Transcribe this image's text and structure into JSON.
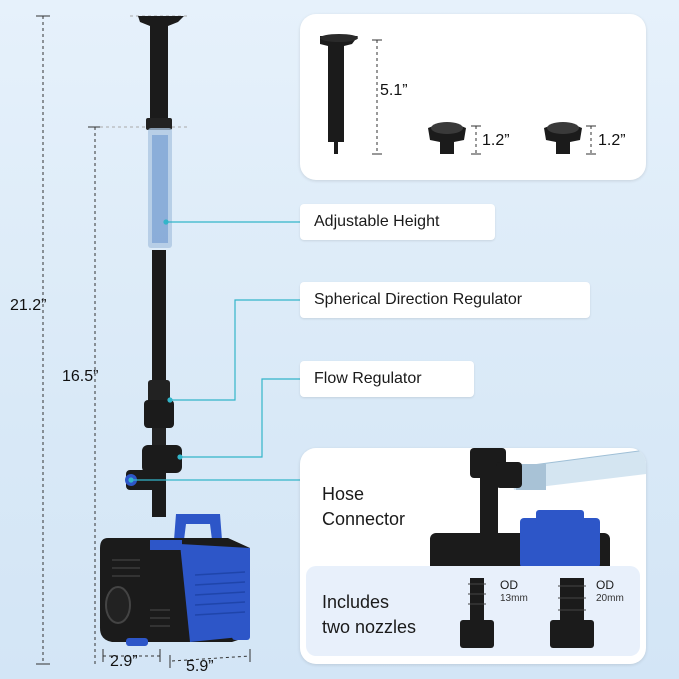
{
  "dimensions": {
    "total_height": "21.2”",
    "tube_height": "16.5”",
    "width_depth": "2.9”",
    "width_length": "5.9”",
    "nozzle_tall": "5.1”",
    "nozzle_short_1": "1.2”",
    "nozzle_short_2": "1.2”"
  },
  "callouts": {
    "adjustable_height": "Adjustable Height",
    "spherical_regulator": "Spherical Direction Regulator",
    "flow_regulator": "Flow Regulator",
    "hose_connector_line1": "Hose",
    "hose_connector_line2": "Connector"
  },
  "nozzles_panel": {
    "line1": "Includes",
    "line2": "two nozzles",
    "nozzle_a_od": "OD",
    "nozzle_a_size": "13mm",
    "nozzle_b_od": "OD",
    "nozzle_b_size": "20mm"
  },
  "colors": {
    "teal_line": "#33b5c9",
    "pump_blue": "#2d56c8",
    "pump_black": "#1b1b1b",
    "panel_blue": "#e8f0fb"
  }
}
